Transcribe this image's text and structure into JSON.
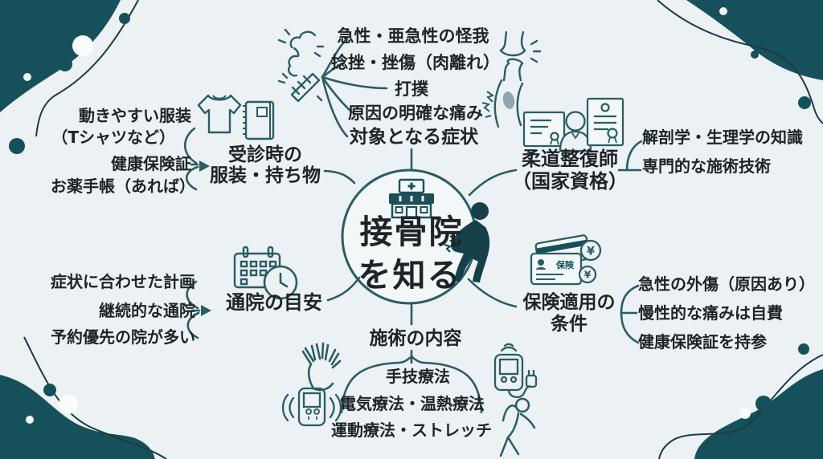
{
  "center": {
    "line1": "接骨院",
    "line2": "を知る"
  },
  "branches": {
    "symptoms": {
      "title": "対象となる症状",
      "items": [
        "急性・亜急性の怪我",
        "捻挫・挫傷（肉離れ）",
        "打撲",
        "原因の明確な痛み"
      ]
    },
    "attire": {
      "title1": "受診時の",
      "title2": "服装・持ち物",
      "items": [
        "動きやすい服装",
        "（Tシャツなど）",
        "健康保険証",
        "お薬手帳（あれば）"
      ]
    },
    "practitioner": {
      "title1": "柔道整復師",
      "title2": "（国家資格）",
      "items": [
        "解剖学・生理学の知識",
        "専門的な施術技術"
      ]
    },
    "visits": {
      "title": "通院の目安",
      "items": [
        "症状に合わせた計画",
        "継続的な通院",
        "予約優先の院が多い"
      ]
    },
    "insurance": {
      "title1": "保険適用の",
      "title2": "条件",
      "items": [
        "急性の外傷（原因あり）",
        "慢性的な痛みは自費",
        "健康保険証を持参"
      ]
    },
    "treatment": {
      "title": "施術の内容",
      "items": [
        "手技療法",
        "電気療法・温熱療法",
        "運動療法・ストレッチ"
      ]
    }
  },
  "icons": {
    "insurance_card_label": "保険",
    "yen": "¥"
  },
  "colors": {
    "background": "#ecf1f3",
    "blob_teal": "#16515b",
    "line_teal": "#2a5d64",
    "text": "#1d2427",
    "silhouette": "#15404a",
    "bruise": "#8ea6ad"
  }
}
